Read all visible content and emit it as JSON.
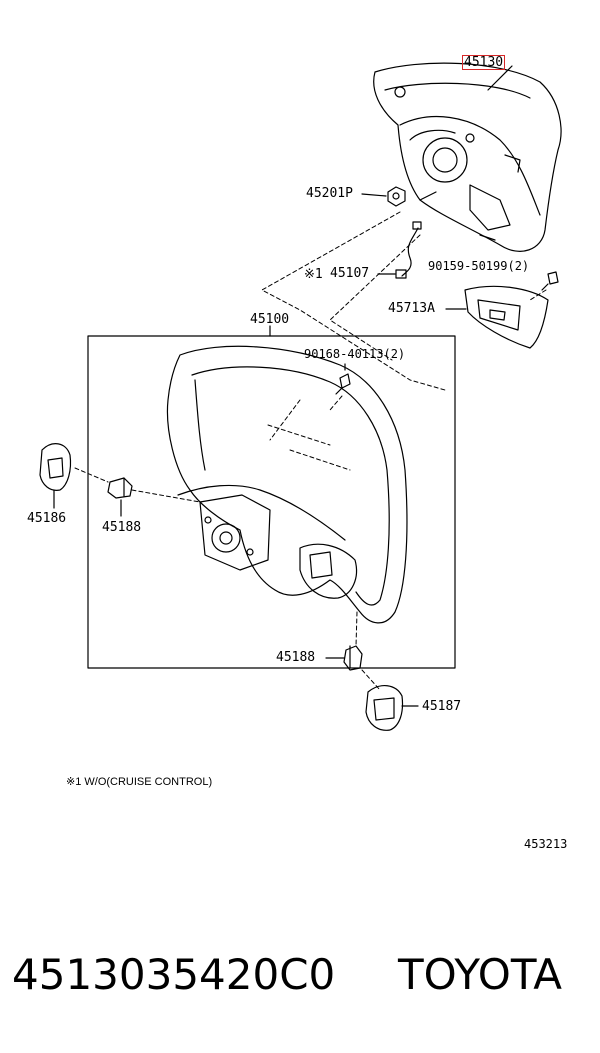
{
  "parts": {
    "pad": "45130",
    "nut": "45201P",
    "wire_note": "※1",
    "wire": "45107",
    "bolt_a": "90159-50199(2)",
    "cover_a": "45713A",
    "wheel": "45100",
    "bolt_b": "90168-40113(2)",
    "cover_left": "45186",
    "switch_left": "45188",
    "switch_right": "45188",
    "cover_right": "45187"
  },
  "footnote": "※1  W/O(CRUISE CONTROL)",
  "figure_id": "453213",
  "caption": {
    "part_number": "4513035420C0",
    "brand": "TOYOTA"
  },
  "colors": {
    "line": "#000000",
    "highlight": "#d62828"
  }
}
